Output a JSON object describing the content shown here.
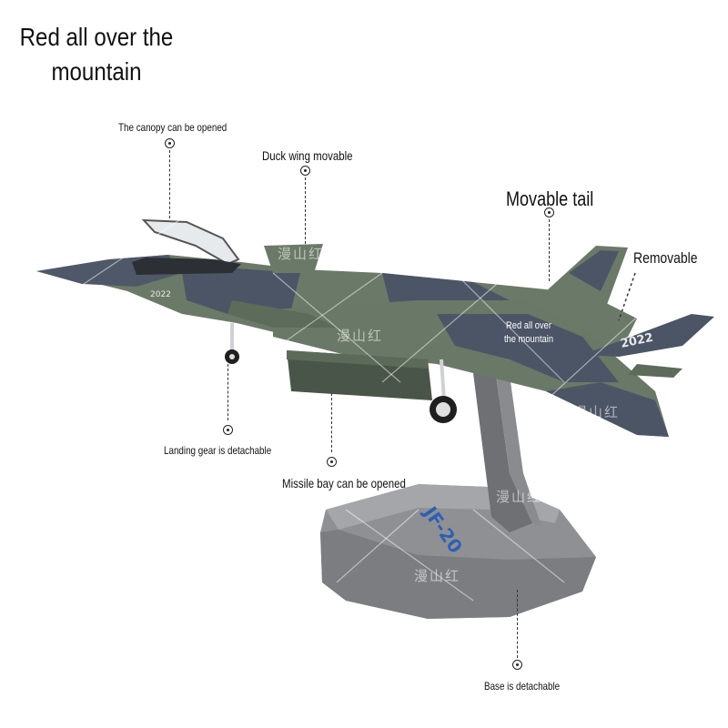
{
  "title": "Red all over the mountain",
  "labels": {
    "canopy": "The canopy can be opened",
    "duck_wing": "Duck wing movable",
    "movable_tail": "Movable tail",
    "removable": "Removable",
    "camo": "Red all over the mountain",
    "landing_gear": "Landing gear is detachable",
    "missile_bay": "Missile bay can be opened",
    "base": "Base is detachable"
  },
  "model": {
    "base_marking": "JF-20",
    "tail_number": "2022",
    "nose_number": "2022"
  },
  "watermark": "漫山红",
  "colors": {
    "camo_light": "#6b7a68",
    "camo_dark": "#4c5566",
    "stand_gray": "#8e8f92",
    "base_marking_blue": "#2f5fb3"
  }
}
